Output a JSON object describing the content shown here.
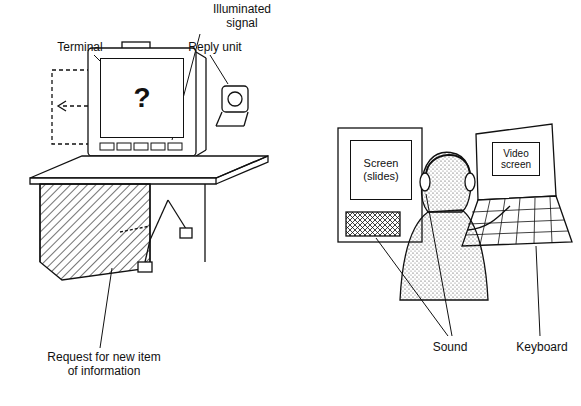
{
  "diagram": {
    "nodes": [
      {
        "text": [
          "?"
        ]
      },
      {
        "text": [
          "Screen (slides)"
        ]
      },
      {
        "text": [
          "Video screen"
        ]
      }
    ],
    "labels": [
      "Illuminated signal",
      "Terminal",
      "Reply unit",
      "Request for new item of information",
      "Sound",
      "Keyboard"
    ]
  }
}
